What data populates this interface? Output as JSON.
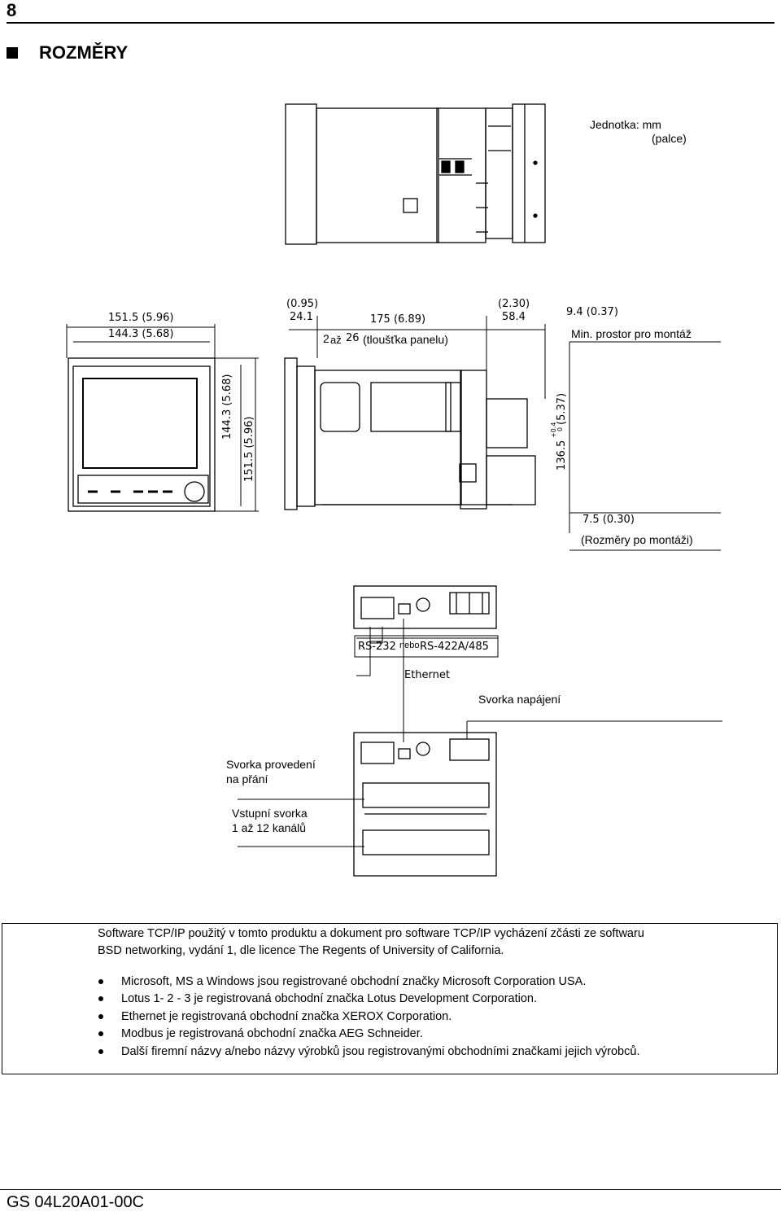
{
  "page": {
    "number": "8",
    "heading": "ROZMĚRY",
    "footer": "GS 04L20A01-00C"
  },
  "figure": {
    "unit_line1": "Jednotka: mm",
    "unit_line2": "(palce)",
    "dim_front_w_in": "151.5 (5.96)",
    "dim_front_w_mm": "144.3 (5.68)",
    "dim_front_h_mm": "144.3 (5.68)",
    "dim_front_h_in": "151.5 (5.96)",
    "dim_a": "(0.95)",
    "dim_a2": "24.1",
    "dim_b": "175 (6.89)",
    "dim_c": "(2.30)",
    "dim_c2": "58.4",
    "dim_d": "9.4 (0.37)",
    "panel_thickness_num1": "2",
    "panel_thickness_join": "až",
    "panel_thickness_num2": "26",
    "panel_thickness_label": "(tloušťka panelu)",
    "min_space": "Min. prostor pro montáž",
    "dim_e": "136.5",
    "dim_e_tol": "+0.4",
    "dim_e_tol2": "0",
    "dim_e_in": "(5.37)",
    "dim_f": "7.5 (0.30)",
    "after_mount": "(Rozměry po montáži)",
    "rs232": "RS-232",
    "nebo": "nebo",
    "rs422": "RS-422A/485",
    "ethernet": "Ethernet",
    "power_terminal": "Svorka napájení",
    "option_terminal_1": "Svorka provedení",
    "option_terminal_2": "na přání",
    "input_terminal_1": "Vstupní svorka",
    "input_terminal_2": "1 až 12 kanálů"
  },
  "notes": {
    "intro_line1": "Software TCP/IP použitý v tomto produktu a dokument pro software TCP/IP vycházení  zčásti ze softwaru",
    "intro_line2": "BSD networking, vydání 1, dle licence The Regents of University of California.",
    "bullets": [
      "Microsoft, MS a Windows jsou registrované obchodní značky Microsoft Corporation USA.",
      "Lotus 1- 2 - 3 je registrovaná obchodní značka Lotus Development Corporation.",
      "Ethernet je registrovaná obchodní značka XEROX Corporation.",
      "Modbus je registrovaná obchodní značka AEG Schneider.",
      "Další firemní názvy a/nebo názvy výrobků jsou registrovanými obchodními značkami jejich výrobců."
    ]
  }
}
